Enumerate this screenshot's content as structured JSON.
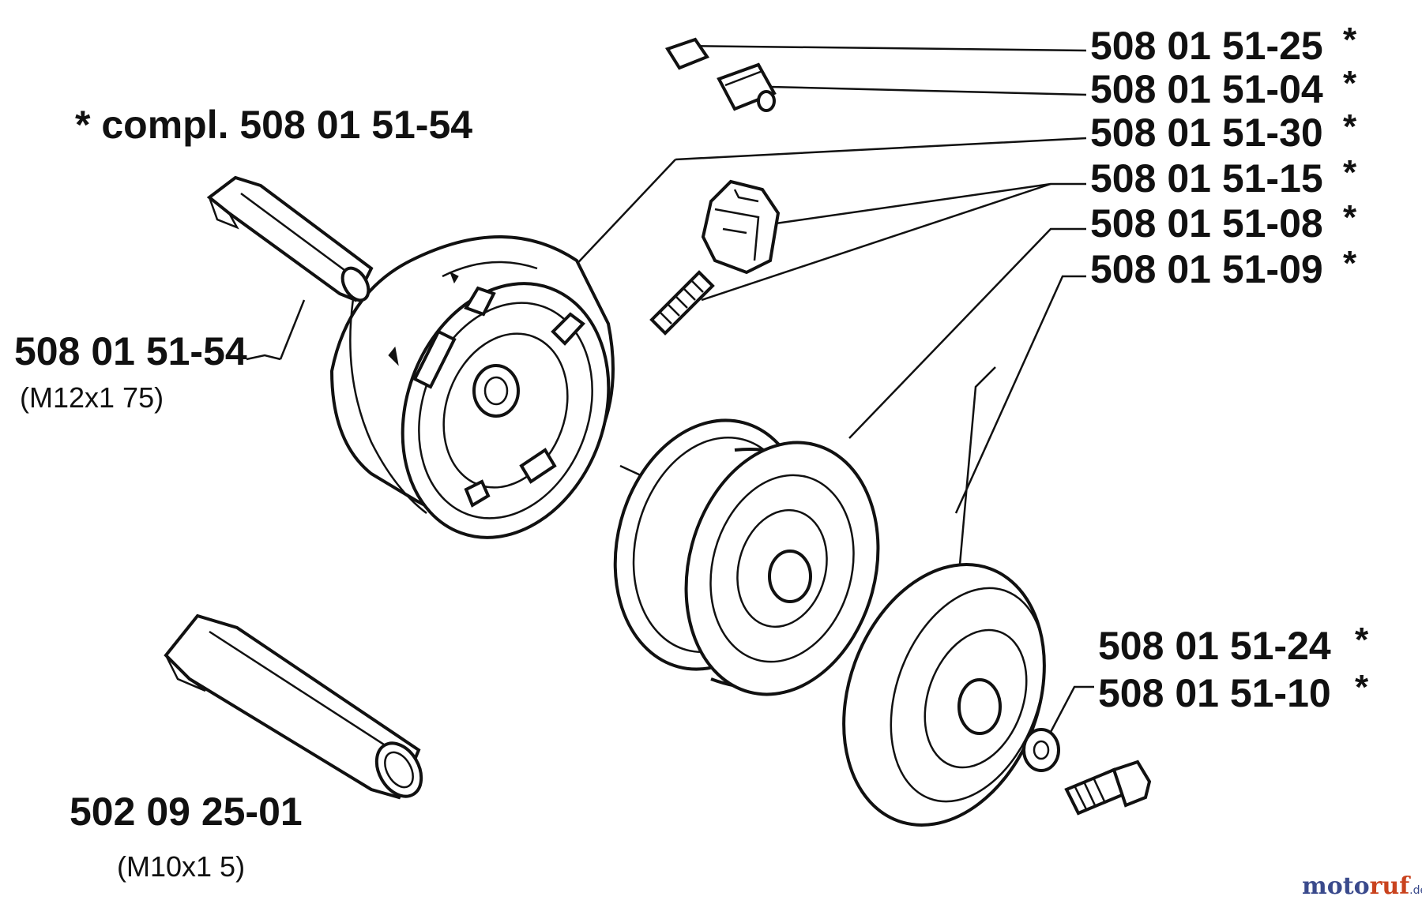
{
  "compl_note": "* compl. 508 01 51-54",
  "labels": [
    {
      "id": "p25",
      "text": "508 01 51-25",
      "star": "*"
    },
    {
      "id": "p04",
      "text": "508 01 51-04",
      "star": "*"
    },
    {
      "id": "p30",
      "text": "508 01 51-30",
      "star": "*"
    },
    {
      "id": "p15",
      "text": "508 01 51-15",
      "star": "*"
    },
    {
      "id": "p08",
      "text": "508 01 51-08",
      "star": "*"
    },
    {
      "id": "p09",
      "text": "508 01 51-09",
      "star": "*"
    },
    {
      "id": "p24",
      "text": "508 01 51-24",
      "star": "*"
    },
    {
      "id": "p10",
      "text": "508 01 51-10",
      "star": "*"
    }
  ],
  "tool1": {
    "text": "508 01 51-54",
    "sub": "(M12x1 75)"
  },
  "tool2": {
    "text": "502 09 25-01",
    "sub": "(M10x1 5)"
  },
  "watermark": {
    "a": "moto",
    "b": "ruf",
    "c": ".de"
  }
}
